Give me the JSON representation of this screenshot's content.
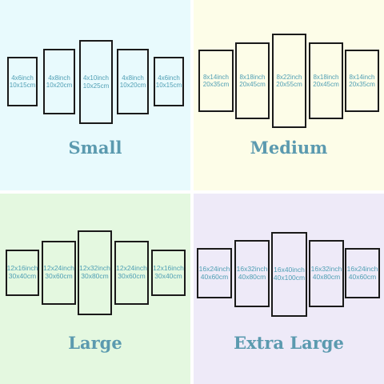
{
  "quadrants": [
    {
      "label": "Small",
      "background": "#e8fafd",
      "panels": [
        {
          "inch": "4x6inch",
          "cm": "10x15cm"
        },
        {
          "inch": "4x8inch",
          "cm": "10x20cm"
        },
        {
          "inch": "4x10inch",
          "cm": "10x25cm"
        },
        {
          "inch": "4x8inch",
          "cm": "10x20cm"
        },
        {
          "inch": "4x6inch",
          "cm": "10x15cm"
        }
      ]
    },
    {
      "label": "Medium",
      "background": "#fdfde8",
      "panels": [
        {
          "inch": "8x14inch",
          "cm": "20x35cm"
        },
        {
          "inch": "8x18inch",
          "cm": "20x45cm"
        },
        {
          "inch": "8x22inch",
          "cm": "20x55cm"
        },
        {
          "inch": "8x18inch",
          "cm": "20x45cm"
        },
        {
          "inch": "8x14inch",
          "cm": "20x35cm"
        }
      ]
    },
    {
      "label": "Large",
      "background": "#e4f8e0",
      "panels": [
        {
          "inch": "12x16inch",
          "cm": "30x40cm"
        },
        {
          "inch": "12x24inch",
          "cm": "30x60cm"
        },
        {
          "inch": "12x32inch",
          "cm": "30x80cm"
        },
        {
          "inch": "12x24inch",
          "cm": "30x60cm"
        },
        {
          "inch": "12x16inch",
          "cm": "30x40cm"
        }
      ]
    },
    {
      "label": "Extra Large",
      "background": "#eeeaf8",
      "panels": [
        {
          "inch": "16x24inch",
          "cm": "40x60cm"
        },
        {
          "inch": "16x32inch",
          "cm": "40x80cm"
        },
        {
          "inch": "16x40inch",
          "cm": "40x100cm"
        },
        {
          "inch": "16x32inch",
          "cm": "40x80cm"
        },
        {
          "inch": "16x24inch",
          "cm": "40x60cm"
        }
      ]
    }
  ],
  "colors": {
    "label_text": "#5b9aaf",
    "panel_text": "#4f9fb4",
    "panel_border": "#1a1a1a",
    "divider": "#ffffff"
  }
}
